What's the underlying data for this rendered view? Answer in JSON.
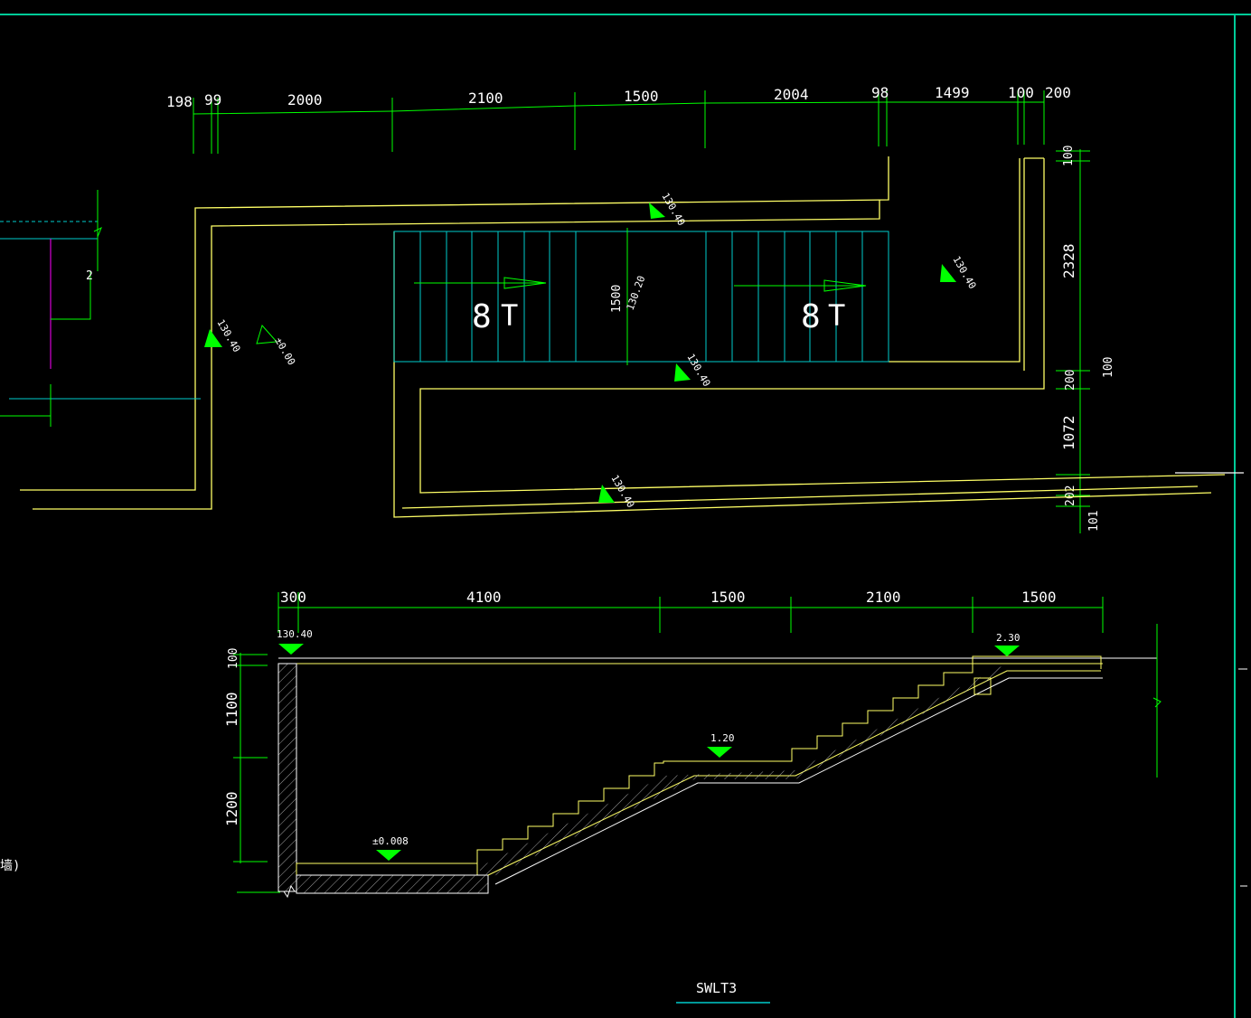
{
  "drawing": {
    "title": "SWLT3",
    "colors": {
      "background": "#000000",
      "dimension": "#00ff00",
      "outline": "#ffff66",
      "stair": "#00cccc",
      "accent": "#ff00ff",
      "text": "#ffffff"
    }
  },
  "plan": {
    "top_dimensions": [
      "198",
      "99",
      "2000",
      "2100",
      "1500",
      "2004",
      "98",
      "1499",
      "100",
      "200"
    ],
    "right_dimensions": [
      "100",
      "2328",
      "200",
      "100",
      "1072",
      "202",
      "101"
    ],
    "elevations": [
      "130.40",
      "130.40",
      "130.40",
      "130.40",
      "130.40",
      "±0.00"
    ],
    "stair_labels": [
      "8",
      "T",
      "8",
      "T"
    ],
    "landing_label": "1500",
    "landing_label_small": "130.20",
    "left_label": "2"
  },
  "section": {
    "top_dimensions": [
      "300",
      "4100",
      "1500",
      "2100",
      "1500"
    ],
    "left_dimensions": [
      "100",
      "1100",
      "1200"
    ],
    "elevations": [
      "130.40",
      "2.30",
      "1.20",
      "±0.008"
    ],
    "left_note": "墙)"
  }
}
